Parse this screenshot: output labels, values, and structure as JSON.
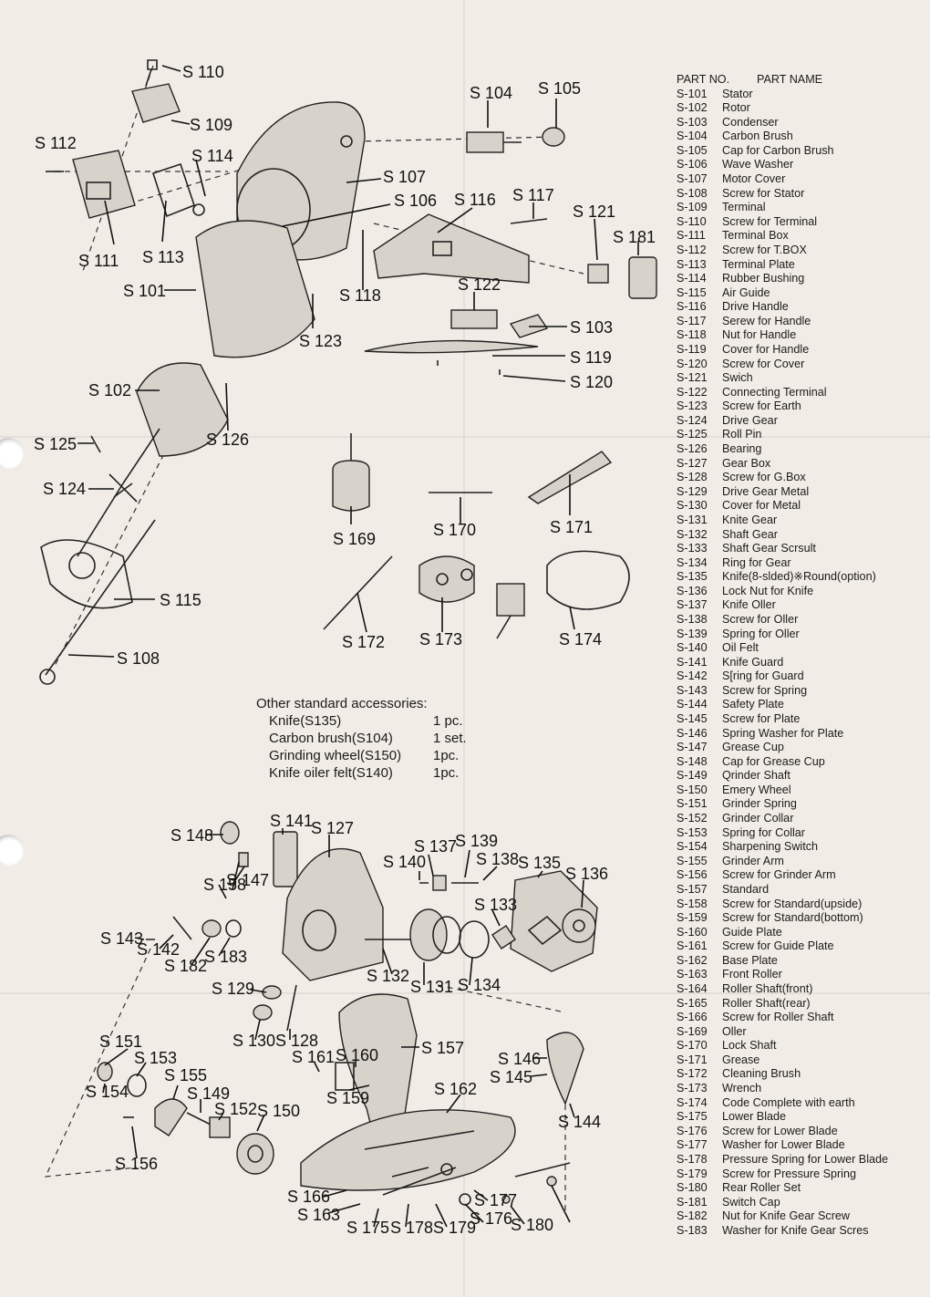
{
  "header": {
    "part_no": "PART NO.",
    "part_name": "PART NAME"
  },
  "parts": [
    {
      "no": "S-101",
      "name": "Stator"
    },
    {
      "no": "S-102",
      "name": "Rotor"
    },
    {
      "no": "S-103",
      "name": "Condenser"
    },
    {
      "no": "S-104",
      "name": "Carbon Brush"
    },
    {
      "no": "S-105",
      "name": "Cap for Carbon Brush"
    },
    {
      "no": "S-106",
      "name": "Wave Washer"
    },
    {
      "no": "S-107",
      "name": "Motor Cover"
    },
    {
      "no": "S-108",
      "name": "Screw for Stator"
    },
    {
      "no": "S-109",
      "name": "Terminal"
    },
    {
      "no": "S-110",
      "name": "Screw for Terminal"
    },
    {
      "no": "S-111",
      "name": "Terminal Box"
    },
    {
      "no": "S-112",
      "name": "Screw for T.BOX"
    },
    {
      "no": "S-113",
      "name": "Terminal Plate"
    },
    {
      "no": "S-114",
      "name": "Rubber Bushing"
    },
    {
      "no": "S-115",
      "name": "Air Guide"
    },
    {
      "no": "S-116",
      "name": "Drive Handle"
    },
    {
      "no": "S-117",
      "name": "Serew for Handle"
    },
    {
      "no": "S-118",
      "name": "Nut for Handle"
    },
    {
      "no": "S-119",
      "name": "Cover for Handle"
    },
    {
      "no": "S-120",
      "name": "Screw for Cover"
    },
    {
      "no": "S-121",
      "name": "Swich"
    },
    {
      "no": "S-122",
      "name": "Connecting Terminal"
    },
    {
      "no": "S-123",
      "name": "Screw for Earth"
    },
    {
      "no": "S-124",
      "name": "Drive Gear"
    },
    {
      "no": "S-125",
      "name": "Roll Pin"
    },
    {
      "no": "S-126",
      "name": "Bearing"
    },
    {
      "no": "S-127",
      "name": "Gear Box"
    },
    {
      "no": "S-128",
      "name": "Screw for G.Box"
    },
    {
      "no": "S-129",
      "name": "Drive Gear Metal"
    },
    {
      "no": "S-130",
      "name": "Cover for Metal"
    },
    {
      "no": "S-131",
      "name": "Knite Gear"
    },
    {
      "no": "S-132",
      "name": "Shaft Gear"
    },
    {
      "no": "S-133",
      "name": "Shaft Gear Scrsult"
    },
    {
      "no": "S-134",
      "name": "Ring for Gear"
    },
    {
      "no": "S-135",
      "name": "Knife(8-slded)※Round(option)"
    },
    {
      "no": "S-136",
      "name": "Lock Nut for Knife"
    },
    {
      "no": "S-137",
      "name": "Knife Oller"
    },
    {
      "no": "S-138",
      "name": "Screw for Oller"
    },
    {
      "no": "S-139",
      "name": "Spring for Oller"
    },
    {
      "no": "S-140",
      "name": "Oil Felt"
    },
    {
      "no": "S-141",
      "name": "Knife Guard"
    },
    {
      "no": "S-142",
      "name": "S[ring for Guard"
    },
    {
      "no": "S-143",
      "name": "Screw for Spring"
    },
    {
      "no": "S-144",
      "name": "Safety Plate"
    },
    {
      "no": "S-145",
      "name": "Screw for Plate"
    },
    {
      "no": "S-146",
      "name": "Spring Washer for Plate"
    },
    {
      "no": "S-147",
      "name": "Grease Cup"
    },
    {
      "no": "S-148",
      "name": "Cap for Grease Cup"
    },
    {
      "no": "S-149",
      "name": "Qrinder Shaft"
    },
    {
      "no": "S-150",
      "name": "Emery Wheel"
    },
    {
      "no": "S-151",
      "name": "Grinder Spring"
    },
    {
      "no": "S-152",
      "name": "Grinder Collar"
    },
    {
      "no": "S-153",
      "name": "Spring for Collar"
    },
    {
      "no": "S-154",
      "name": "Sharpening Switch"
    },
    {
      "no": "S-155",
      "name": "Grinder Arm"
    },
    {
      "no": "S-156",
      "name": "Screw for Grinder Arm"
    },
    {
      "no": "S-157",
      "name": "Standard"
    },
    {
      "no": "S-158",
      "name": "Screw for Standard(upside)"
    },
    {
      "no": "S-159",
      "name": "Screw for Standard(bottom)"
    },
    {
      "no": "S-160",
      "name": "Guide Plate"
    },
    {
      "no": "S-161",
      "name": "Screw for Guide Plate"
    },
    {
      "no": "S-162",
      "name": "Base Plate"
    },
    {
      "no": "S-163",
      "name": "Front Roller"
    },
    {
      "no": "S-164",
      "name": "Roller Shaft(front)"
    },
    {
      "no": "S-165",
      "name": "Roller Shaft(rear)"
    },
    {
      "no": "S-166",
      "name": "Screw for Roller Shaft"
    },
    {
      "no": "S-169",
      "name": "Oller"
    },
    {
      "no": "S-170",
      "name": "Lock Shaft"
    },
    {
      "no": "S-171",
      "name": "Grease"
    },
    {
      "no": "S-172",
      "name": "Cleaning Brush"
    },
    {
      "no": "S-173",
      "name": "Wrench"
    },
    {
      "no": "S-174",
      "name": "Code Complete with earth"
    },
    {
      "no": "S-175",
      "name": "Lower Blade"
    },
    {
      "no": "S-176",
      "name": "Screw for Lower Blade"
    },
    {
      "no": "S-177",
      "name": "Washer for Lower Blade"
    },
    {
      "no": "S-178",
      "name": "Pressure Spring for Lower Blade"
    },
    {
      "no": "S-179",
      "name": "Screw for Pressure Spring"
    },
    {
      "no": "S-180",
      "name": "Rear Roller Set"
    },
    {
      "no": "S-181",
      "name": "Switch Cap"
    },
    {
      "no": "S-182",
      "name": "Nut for Knife Gear Screw"
    },
    {
      "no": "S-183",
      "name": "Washer for Knife Gear Scres"
    }
  ],
  "accessories": {
    "title": "Other standard accessories:",
    "items": [
      {
        "name": "Knife(S135)",
        "qty": "1 pc."
      },
      {
        "name": "Carbon brush(S104)",
        "qty": "1 set."
      },
      {
        "name": "Grinding wheel(S150)",
        "qty": "1pc."
      },
      {
        "name": "Knife oiler felt(S140)",
        "qty": "1pc."
      }
    ]
  },
  "callouts": [
    "S 110",
    "S 109",
    "S 112",
    "S 114",
    "S 111",
    "S 113",
    "S 101",
    "S 104",
    "S 105",
    "S 107",
    "S 106",
    "S 116",
    "S 117",
    "S 121",
    "S 181",
    "S 118",
    "S 122",
    "S 103",
    "S 123",
    "S 119",
    "S 120",
    "S 102",
    "S 126",
    "S 125",
    "S 124",
    "S 115",
    "S 108",
    "S 169",
    "S 170",
    "S 171",
    "S 172",
    "S 173",
    "S 174",
    "S 148",
    "S 141",
    "S 127",
    "S 137",
    "S 139",
    "S 140",
    "S 138",
    "S 135",
    "S 136",
    "S 158",
    "S 147",
    "S 133",
    "S 143",
    "S 142",
    "S 182",
    "S 183",
    "S 132",
    "S 131",
    "S 134",
    "S 129",
    "S 130",
    "S 128",
    "S 157",
    "S 151",
    "S 161",
    "S 160",
    "S 146",
    "S 153",
    "S 145",
    "S 155",
    "S 149",
    "S 154",
    "S 152",
    "S 150",
    "S 162",
    "S 159",
    "S 144",
    "S 156",
    "S 166",
    "S 163",
    "S 177",
    "S 175",
    "S 178",
    "S 179",
    "S 176",
    "S 180"
  ]
}
